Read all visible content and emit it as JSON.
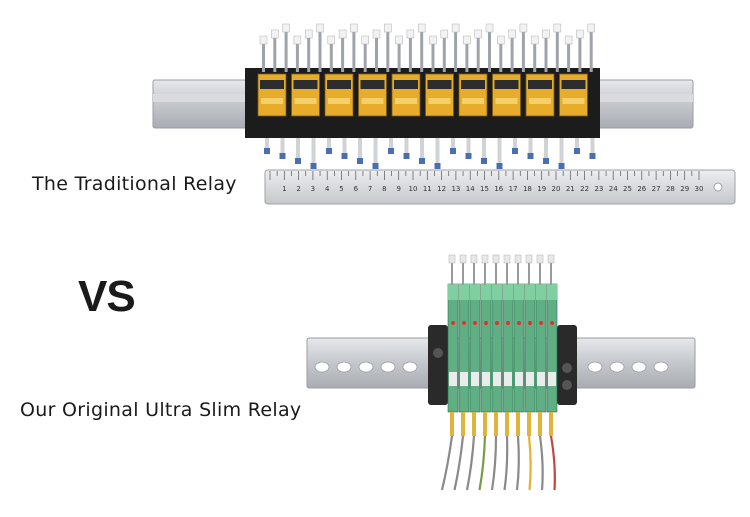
{
  "labels": {
    "traditional": "The Traditional Relay",
    "vs": "VS",
    "slim": "Our Original Ultra Slim Relay"
  },
  "ruler": {
    "numbers": [
      "1",
      "2",
      "3",
      "4",
      "5",
      "6",
      "7",
      "8",
      "9",
      "10",
      "11",
      "12",
      "13",
      "14",
      "15",
      "16",
      "17",
      "18",
      "19",
      "20",
      "21",
      "22",
      "23",
      "24",
      "25",
      "26",
      "27",
      "28",
      "29",
      "30"
    ]
  },
  "colors": {
    "rail": "#c9ccd1",
    "relay_black": "#1c1c1c",
    "relay_yellow": "#e7ad2a",
    "slim_green": "#5fae84",
    "ruler": "#d5d8dc"
  }
}
